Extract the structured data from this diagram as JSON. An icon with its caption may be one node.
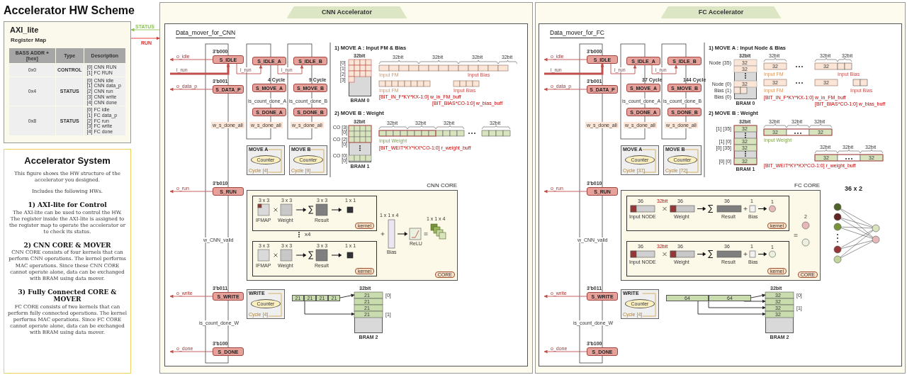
{
  "diagram": {
    "title": "Accelerator HW Scheme",
    "nodes": [
      {
        "text": [
          "AXI_lite",
          "Register Map"
        ]
      },
      {
        "text": [
          "Accelerator System",
          "This figure shows the HW structure of the accelerator you designed.",
          "Includes the following HWs.",
          "1) AXI-lite for Control",
          "The AXI-lite can be used to control the HW. The register inside the AXI-lite is assigned to the register map to operate the accelerator or to check its status.",
          "2) CNN CORE & MOVER",
          "CNN CORE consists of four kernels that can perform CNN operations. The kernel performs MAC operations. Since these CNN CORE cannot operate alone, data can be exchanged with BRAM using data mover.",
          "3) Fully Connected CORE & MOVER",
          "FC CORE consists of two kernels that can perform fully connected operations. The kernel performs MAC operations. Since FC CORE cannot operate alone, data can be exchanged with BRAM using data mover."
        ]
      },
      {
        "text": [
          "CNN Accelerator"
        ]
      },
      {
        "text": [
          "Data_mover_for_CNN"
        ],
        "in": 2
      },
      {
        "text": [
          "S_IDLE"
        ],
        "in": 3,
        "beside": [
          "3'b000"
        ]
      },
      {
        "text": [
          "S_DATA_P"
        ],
        "in": 3,
        "beside": [
          "3'b001"
        ]
      },
      {
        "text": [
          "S_RUN"
        ],
        "in": 3,
        "beside": [
          "3'b010"
        ]
      },
      {
        "text": [
          "S_WRITE"
        ],
        "in": 3,
        "beside": [
          "3'b011"
        ]
      },
      {
        "text": [
          "S_DONE"
        ],
        "in": 3,
        "beside": [
          "3'b100"
        ]
      },
      {
        "text": [
          "S_IDLE_A"
        ],
        "in": 3
      },
      {
        "text": [
          "S_MOVE_A"
        ],
        "in": 3,
        "beside": [
          "4 Cycle"
        ]
      },
      {
        "text": [
          "S_DONE_A"
        ],
        "in": 3
      },
      {
        "text": [
          "S_IDLE_B"
        ],
        "in": 3
      },
      {
        "text": [
          "S_MOVE_B"
        ],
        "in": 3,
        "beside": [
          "9 Cycle"
        ]
      },
      {
        "text": [
          "S_DONE_B"
        ],
        "in": 3
      },
      {
        "text": [
          "MOVE A",
          "Counter",
          "Cycle [4]"
        ],
        "in": 3
      },
      {
        "text": [
          "MOVE B",
          "Counter",
          "Cycle [9]"
        ],
        "in": 3
      },
      {
        "text": [
          "BRAM 0"
        ],
        "in": 3,
        "beside": [
          "32bit"
        ]
      },
      {
        "text": [
          "BRAM 1"
        ],
        "in": 3,
        "beside": [
          "32bit"
        ]
      },
      {
        "text": [
          "CNN CORE",
          "CORE"
        ],
        "in": 3
      },
      {
        "text": [
          "kernel"
        ],
        "in": 19
      },
      {
        "text": [
          "kernel"
        ],
        "in": 19
      },
      {
        "text": [
          "WRITE",
          "Counter",
          "Cycle [4]"
        ],
        "in": 3
      },
      {
        "text": [
          "21",
          "21",
          "21",
          "21"
        ],
        "in": 3
      },
      {
        "text": [
          "BRAM 2"
        ],
        "in": 3,
        "beside": [
          "32bit"
        ]
      },
      {
        "text": [
          "FC Accelerator"
        ]
      },
      {
        "text": [
          "Data_mover_for_FC"
        ],
        "in": 25
      },
      {
        "text": [
          "S_IDLE"
        ],
        "in": 26,
        "beside": [
          "3'b000"
        ]
      },
      {
        "text": [
          "S_DATA_P"
        ],
        "in": 26,
        "beside": [
          "3'b001"
        ]
      },
      {
        "text": [
          "S_RUN"
        ],
        "in": 26,
        "beside": [
          "3'b010"
        ]
      },
      {
        "text": [
          "S_WRITE"
        ],
        "in": 26,
        "beside": [
          "3'b011"
        ]
      },
      {
        "text": [
          "S_DONE"
        ],
        "in": 26,
        "beside": [
          "3'b100"
        ]
      },
      {
        "text": [
          "S_IDLE_A"
        ],
        "in": 26
      },
      {
        "text": [
          "S_MOVE_A"
        ],
        "in": 26,
        "beside": [
          "37 Cycle"
        ]
      },
      {
        "text": [
          "S_DONE_A"
        ],
        "in": 26
      },
      {
        "text": [
          "S_IDLE_B"
        ],
        "in": 26
      },
      {
        "text": [
          "S_MOVE_B"
        ],
        "in": 26,
        "beside": [
          "144 Cycle"
        ]
      },
      {
        "text": [
          "S_DONE_B"
        ],
        "in": 26
      },
      {
        "text": [
          "MOVE A",
          "Counter",
          "Cycle [37]"
        ],
        "in": 26
      },
      {
        "text": [
          "MOVE B",
          "Counter",
          "Cycle [72]"
        ],
        "in": 26
      },
      {
        "text": [
          "BRAM 0"
        ],
        "in": 26,
        "beside": [
          "32bit"
        ]
      },
      {
        "text": [
          "BRAM 1"
        ],
        "in": 26,
        "beside": [
          "32bit"
        ]
      },
      {
        "text": [
          "FC CORE",
          "CORE"
        ],
        "in": 26
      },
      {
        "text": [
          "kernel"
        ],
        "in": 42
      },
      {
        "text": [
          "kernel"
        ],
        "in": 42
      },
      {
        "text": [
          "WRITE",
          "Counter",
          "Cycle [4]"
        ],
        "in": 26
      },
      {
        "text": [
          "64",
          "64"
        ],
        "in": 26
      },
      {
        "text": [
          "BRAM 2"
        ],
        "in": 26,
        "beside": [
          "32bit"
        ]
      }
    ],
    "edges": [
      {
        "from": 2,
        "to": 0,
        "arrow": "to",
        "label": "STATUS",
        "color": "#8cc152"
      },
      {
        "from": 0,
        "to": 2,
        "arrow": "to",
        "label": "RUN",
        "color": "#e0302c"
      },
      {
        "from": 4,
        "to": null,
        "arrow": "to",
        "label": "o_idle"
      },
      {
        "from": null,
        "to": 4,
        "arrow": "to",
        "label": "i_run",
        "style": "thick"
      },
      {
        "from": 4,
        "to": 9,
        "arrow": "to",
        "label": "i_run"
      },
      {
        "from": 9,
        "to": 12,
        "arrow": "to",
        "label": "i_run"
      },
      {
        "from": 5,
        "to": null,
        "arrow": "to",
        "label": "o_data_p"
      },
      {
        "from": 6,
        "to": null,
        "arrow": "to",
        "label": "o_run"
      },
      {
        "from": 7,
        "to": null,
        "arrow": "to",
        "label": "o_write"
      },
      {
        "from": 8,
        "to": null,
        "arrow": "to",
        "label": "o_done"
      },
      {
        "from": 23,
        "to": 24,
        "arrow": "to",
        "color": "#222222"
      },
      {
        "from": 23,
        "to": 24,
        "arrow": "to",
        "color": "#222222"
      },
      {
        "from": 27,
        "to": null,
        "arrow": "to",
        "label": "o_idle"
      },
      {
        "from": null,
        "to": 27,
        "arrow": "to",
        "label": "i_run",
        "style": "thick"
      },
      {
        "from": 27,
        "to": 32,
        "arrow": "to",
        "label": "i_run"
      },
      {
        "from": 32,
        "to": 35,
        "arrow": "to",
        "label": "i_run"
      },
      {
        "from": 28,
        "to": null,
        "arrow": "to",
        "label": "o_data_p"
      },
      {
        "from": 29,
        "to": null,
        "arrow": "to",
        "label": "o_run"
      },
      {
        "from": 30,
        "to": null,
        "arrow": "to",
        "label": "o_write"
      },
      {
        "from": 31,
        "to": null,
        "arrow": "to",
        "label": "o_done"
      },
      {
        "from": 46,
        "to": 47,
        "arrow": "to",
        "color": "#222222"
      },
      {
        "from": 46,
        "to": 47,
        "arrow": "to",
        "color": "#222222"
      },
      {
        "from": 46,
        "to": 47,
        "arrow": "to",
        "color": "#222222"
      },
      {
        "from": 46,
        "to": 47,
        "arrow": "to",
        "color": "#222222"
      }
    ],
    "labels": [
      "BASS ADDR + [hex]",
      "Type",
      "Description",
      "0x0",
      "CONTROL",
      "[0] CNN RUN [1] FC RUN",
      "0x4",
      "STATUS",
      "[0] CNN idle [1] CNN data_p [2] CNN run [3] CNN write [4] CNN done",
      "0x8",
      "STATUS",
      "[0] FC idle [1] FC data_p [2] FC run [3] FC write [4] FC done",
      "w_s_done_all",
      "w_s_done_all",
      "w_s_done_all",
      "is_count_done_A",
      "is_count_done_B",
      "1) MOVE A : Input FM & Bias",
      "[0]",
      "[1]",
      "[2]",
      "[3]",
      "32bit",
      "32bit",
      "32bit",
      "32bit",
      "Input FM",
      "Input Bias",
      "Input FM",
      "Input Bias",
      "[BIT_IN_F*KY*KX-1:0] w_in_FM_buff",
      "[BIT_BIAS*CO-1:0] w_bias_buff",
      "2) MOVE B : Weight",
      "CO [3] [0]",
      "CO [2] [0]",
      "CO [0] [0]",
      "32bit",
      "32bit",
      "32bit",
      "32bit",
      "Input Weight",
      "[BIT_WEIT*KY*KX*CO-1:0] r_weight_buff",
      "w_CNN_valid",
      "is_count_done_W",
      "3 x 3",
      "IFMAP",
      "3 x 3",
      "Weight",
      "3 x 3",
      "Result",
      "1 x 1",
      "3 x 3",
      "IFMAP",
      "3 x 3",
      "Weight",
      "3 x 3",
      "Result",
      "1 x 1",
      "x4",
      "1 x 1 x 4",
      "Bias",
      "ReLU",
      "1 x 1 x 4",
      "21",
      "21",
      "21",
      "21",
      "[0]",
      "[1]",
      "w_s_done_all",
      "w_s_done_all",
      "w_s_done_all",
      "is_count_done_A",
      "is_count_done_B",
      "1) MOVE A : Input Node & Bias",
      "Node (35)",
      "Node (0)",
      "Bias (1)",
      "Bias (0)",
      "32",
      "32",
      "32",
      "32bit",
      "32bit",
      "32bit",
      "32",
      "32",
      "Input FM",
      "Input Bias",
      "32",
      "32",
      "Input FM",
      "Input Bias",
      "[BIT_IN_F*KY*KX-1:0] w_in_FM_buff",
      "[BIT_BIAS*CO-1:0] w_bias_buff",
      "2) MOVE B : Weight",
      "[1] [35]",
      "[1] [0]",
      "[0] [35]",
      "[0] [0]",
      "32",
      "32",
      "32",
      "32",
      "32bit",
      "32bit",
      "32bit",
      "32",
      "32",
      "Input Weight",
      "32bit",
      "32bit",
      "32bit",
      "32",
      "32",
      "[BIT_WEIT*KY*KX*CO-1:0] r_weight_buff",
      "w_CNN_valid",
      "is_count_done_W",
      "36",
      "Input NODE",
      "32bit",
      "36",
      "Weight",
      "36",
      "Result",
      "1",
      "Bias",
      "1",
      "36",
      "Input NODE",
      "32bit",
      "36",
      "Weight",
      "36",
      "Result",
      "1",
      "Bias",
      "1",
      "2",
      "36 x 2",
      "32",
      "32",
      "32",
      "32",
      "[0]",
      "[1]"
    ]
  }
}
